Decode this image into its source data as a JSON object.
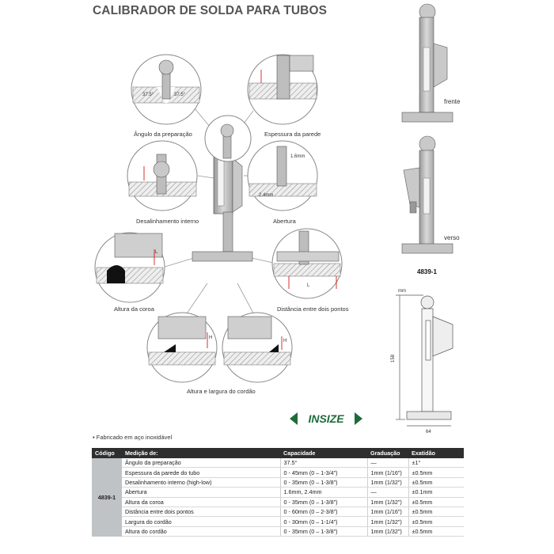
{
  "title": "CALIBRADOR DE SOLDA PARA TUBOS",
  "diagram_labels": {
    "prep_angle": "Ângulo da preparação",
    "wall_thickness": "Espessura da parede",
    "internal_misalignment": "Desalinhamento interno",
    "opening": "Abertura",
    "crown_height": "Altura da coroa",
    "distance_two_points": "Distância entre dois pontos",
    "bead_height_width": "Altura e largura do cordão",
    "angle_left": "37.5°",
    "angle_right": "37.5°",
    "opening_top": "1.6mm",
    "opening_bottom": "2.4mm",
    "letter_l": "L",
    "letter_h": "H"
  },
  "product": {
    "front_label": "frente",
    "back_label": "verso",
    "model": "4839-1",
    "dim_unit": "mm",
    "dim_height": "158",
    "dim_width": "64"
  },
  "brand": "INSIZE",
  "bullet": "Fabricado em aço inoxidável",
  "table": {
    "headers": [
      "Código",
      "Medição de:",
      "Capacidade",
      "Graduação",
      "Exatidão"
    ],
    "code": "4839-1",
    "rows": [
      [
        "Ângulo da preparação",
        "37.5°",
        "—",
        "±1°"
      ],
      [
        "Espessura da parede do tubo",
        "0 - 45mm (0 – 1-3/4\")",
        "1mm (1/16\")",
        "±0.5mm"
      ],
      [
        "Desalinhamento interno (high-low)",
        "0 - 35mm (0 – 1-3/8\")",
        "1mm (1/32\")",
        "±0.5mm"
      ],
      [
        "Abertura",
        "1.6mm, 2.4mm",
        "—",
        "±0.1mm"
      ],
      [
        "Altura da coroa",
        "0 - 35mm (0 – 1-3/8\")",
        "1mm (1/32\")",
        "±0.5mm"
      ],
      [
        "Distância entre dois pontos",
        "0 - 60mm (0 – 2-3/8\")",
        "1mm (1/16\")",
        "±0.5mm"
      ],
      [
        "Largura do cordão",
        "0 - 30mm (0 – 1-1/4\")",
        "1mm (1/32\")",
        "±0.5mm"
      ],
      [
        "Altura do cordão",
        "0 - 35mm (0 – 1-3/8\")",
        "1mm (1/32\")",
        "±0.5mm"
      ]
    ]
  }
}
